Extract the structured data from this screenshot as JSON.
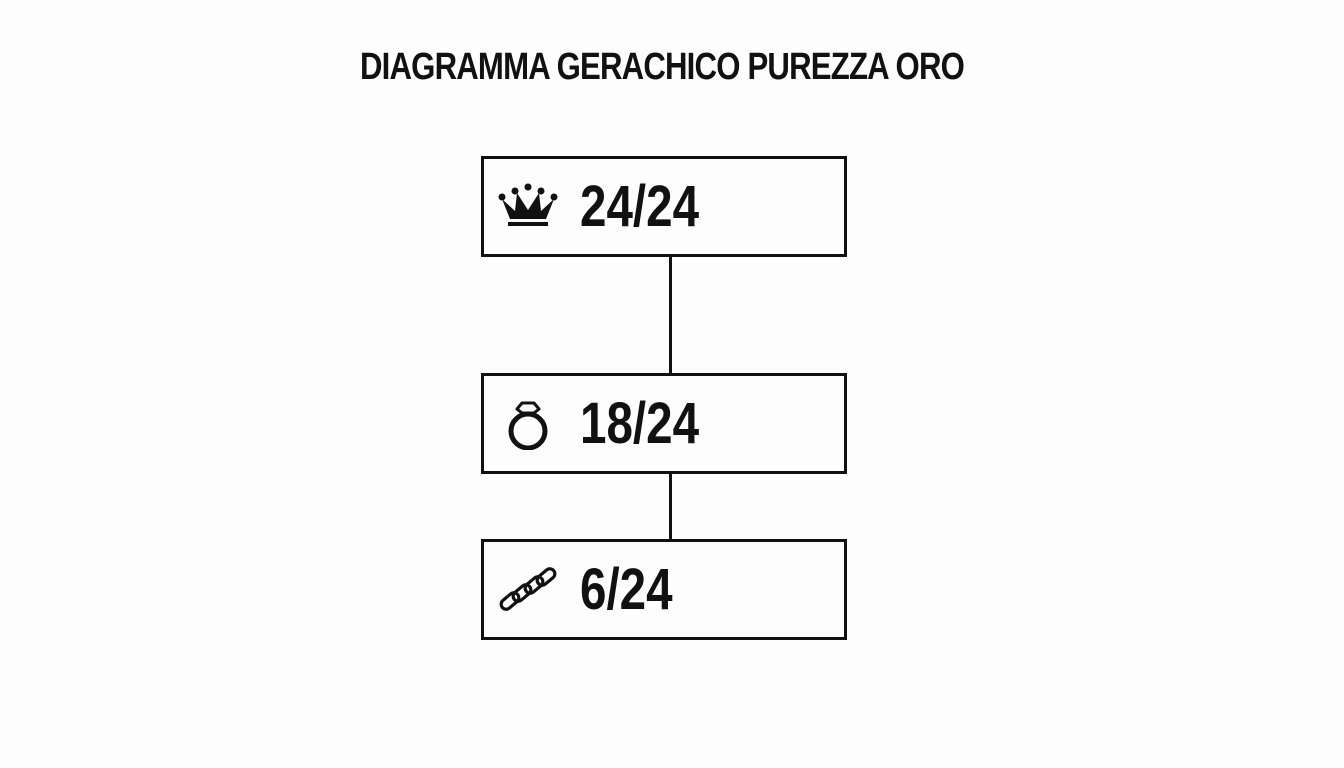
{
  "diagram": {
    "title": "DIAGRAMMA GERACHICO PUREZZA ORO",
    "nodes": [
      {
        "label": "24/24",
        "icon": "crown-icon"
      },
      {
        "label": "18/24",
        "icon": "ring-icon"
      },
      {
        "label": "6/24",
        "icon": "chain-icon"
      }
    ],
    "edges": [
      {
        "from": "24/24",
        "to": "18/24"
      },
      {
        "from": "18/24",
        "to": "6/24"
      }
    ],
    "colors": {
      "line": "#111111",
      "background": "#fdfdfd"
    }
  }
}
